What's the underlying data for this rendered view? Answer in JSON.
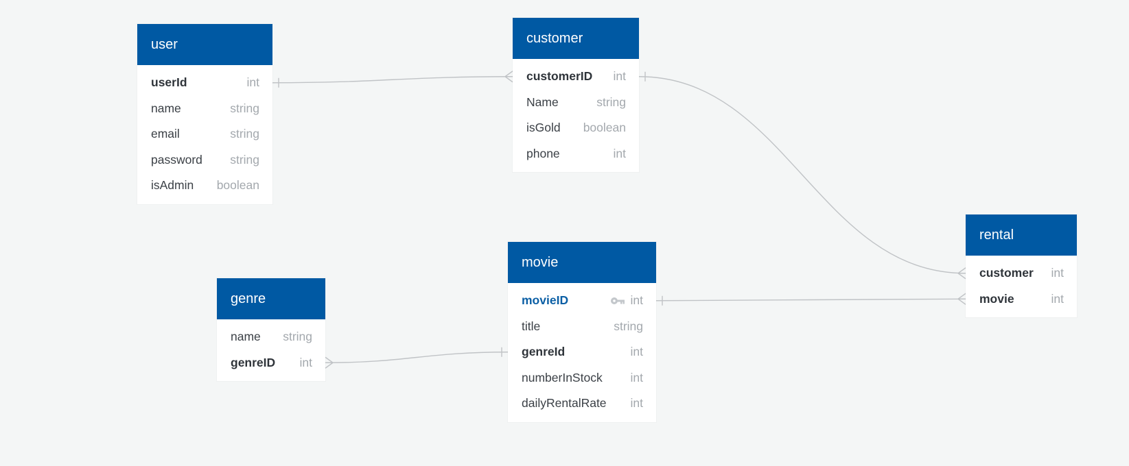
{
  "diagram": {
    "colors": {
      "background": "#f4f6f6",
      "header": "#0059a3",
      "header_text": "#ffffff",
      "field_text": "#3b4046",
      "primary_key_text": "#0b5fa5",
      "type_text": "#a3a8ad",
      "connector": "#c0c3c6"
    },
    "tables": [
      {
        "id": "user",
        "name": "user",
        "fields": [
          {
            "name": "userId",
            "type": "int",
            "style": "bold"
          },
          {
            "name": "name",
            "type": "string",
            "style": "normal"
          },
          {
            "name": "email",
            "type": "string",
            "style": "normal"
          },
          {
            "name": "password",
            "type": "string",
            "style": "normal"
          },
          {
            "name": "isAdmin",
            "type": "boolean",
            "style": "normal"
          }
        ]
      },
      {
        "id": "customer",
        "name": "customer",
        "fields": [
          {
            "name": "customerID",
            "type": "int",
            "style": "bold"
          },
          {
            "name": "Name",
            "type": "string",
            "style": "normal"
          },
          {
            "name": "isGold",
            "type": "boolean",
            "style": "normal"
          },
          {
            "name": "phone",
            "type": "int",
            "style": "normal"
          }
        ]
      },
      {
        "id": "rental",
        "name": "rental",
        "fields": [
          {
            "name": "customer",
            "type": "int",
            "style": "bold"
          },
          {
            "name": "movie",
            "type": "int",
            "style": "bold"
          }
        ]
      },
      {
        "id": "movie",
        "name": "movie",
        "fields": [
          {
            "name": "movieID",
            "type": "int",
            "style": "pk",
            "icon": "key-icon"
          },
          {
            "name": "title",
            "type": "string",
            "style": "normal"
          },
          {
            "name": "genreId",
            "type": "int",
            "style": "bold"
          },
          {
            "name": "numberInStock",
            "type": "int",
            "style": "normal"
          },
          {
            "name": "dailyRentalRate",
            "type": "int",
            "style": "normal"
          }
        ]
      },
      {
        "id": "genre",
        "name": "genre",
        "fields": [
          {
            "name": "name",
            "type": "string",
            "style": "normal"
          },
          {
            "name": "genreID",
            "type": "int",
            "style": "bold"
          }
        ]
      }
    ],
    "relationships": [
      {
        "from": "user.userId",
        "from_end": "one",
        "to": "customer.customerID",
        "to_end": "many"
      },
      {
        "from": "customer.customerID",
        "from_end": "one",
        "to": "rental.customer",
        "to_end": "many"
      },
      {
        "from": "movie.movieID",
        "from_end": "one",
        "to": "rental.movie",
        "to_end": "many"
      },
      {
        "from": "genre.genreID",
        "from_end": "many",
        "to": "movie.genreId",
        "to_end": "one"
      }
    ]
  }
}
